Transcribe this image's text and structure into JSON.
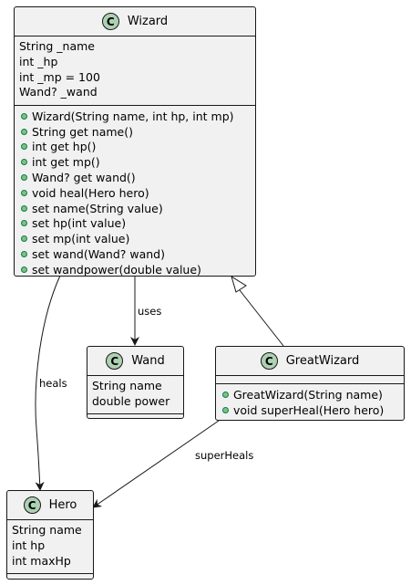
{
  "classes": {
    "wizard": {
      "badge": "C",
      "name": "Wizard",
      "attributes": [
        "String _name",
        "int _hp",
        "int _mp = 100",
        "Wand? _wand"
      ],
      "methods": [
        "Wizard(String name, int hp, int mp)",
        "String get name()",
        "int get hp()",
        "int get mp()",
        "Wand? get wand()",
        "void heal(Hero hero)",
        "set name(String value)",
        "set hp(int value)",
        "set mp(int value)",
        "set wand(Wand? wand)",
        "set wandpower(double value)"
      ]
    },
    "wand": {
      "badge": "C",
      "name": "Wand",
      "attributes": [
        "String name",
        "double power"
      ],
      "methods": []
    },
    "great_wizard": {
      "badge": "C",
      "name": "GreatWizard",
      "attributes": [],
      "methods": [
        "GreatWizard(String name)",
        "void superHeal(Hero hero)"
      ]
    },
    "hero": {
      "badge": "C",
      "name": "Hero",
      "attributes": [
        "String name",
        "int hp",
        "int maxHp"
      ],
      "methods": []
    }
  },
  "relations": {
    "uses": "uses",
    "heals": "heals",
    "super_heals": "superHeals"
  },
  "colors": {
    "class_fill": "#f1f1f1",
    "border": "#181818",
    "badge_fill": "#add1b2",
    "method_dot": "#84be84"
  }
}
